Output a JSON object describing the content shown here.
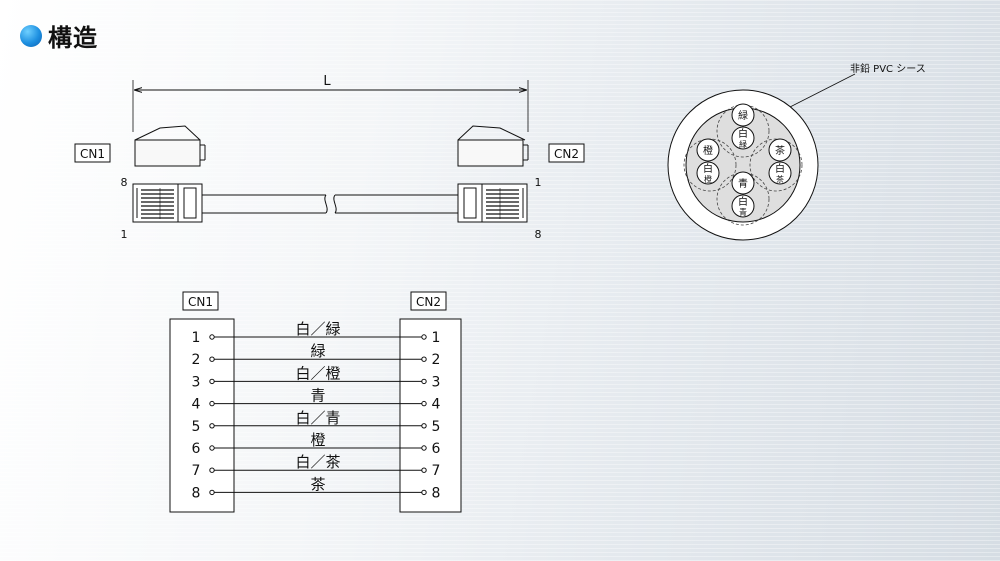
{
  "header": {
    "title": "構造",
    "icon": "blue-bullet-icon"
  },
  "cable": {
    "length_label": "L",
    "left_connector": "CN1",
    "right_connector": "CN2",
    "left_pin_top": "8",
    "left_pin_bottom": "1",
    "right_pin_top": "1",
    "right_pin_bottom": "8"
  },
  "cross_section": {
    "sheath_label": "非鉛 PVC シース",
    "pairs": [
      {
        "solid": "緑",
        "striped": "白",
        "stripe_mark": "緑"
      },
      {
        "solid": "橙",
        "striped": "白",
        "stripe_mark": "橙"
      },
      {
        "solid": "茶",
        "striped": "白",
        "stripe_mark": "茶"
      },
      {
        "solid": "青",
        "striped": "白",
        "stripe_mark": "青"
      }
    ]
  },
  "wiring": {
    "left_connector": "CN1",
    "right_connector": "CN2",
    "rows": [
      {
        "left_pin": "1",
        "right_pin": "1",
        "color": "白／緑"
      },
      {
        "left_pin": "2",
        "right_pin": "2",
        "color": "緑"
      },
      {
        "left_pin": "3",
        "right_pin": "3",
        "color": "白／橙"
      },
      {
        "left_pin": "4",
        "right_pin": "4",
        "color": "青"
      },
      {
        "left_pin": "5",
        "right_pin": "5",
        "color": "白／青"
      },
      {
        "left_pin": "6",
        "right_pin": "6",
        "color": "橙"
      },
      {
        "left_pin": "7",
        "right_pin": "7",
        "color": "白／茶"
      },
      {
        "left_pin": "8",
        "right_pin": "8",
        "color": "茶"
      }
    ]
  }
}
